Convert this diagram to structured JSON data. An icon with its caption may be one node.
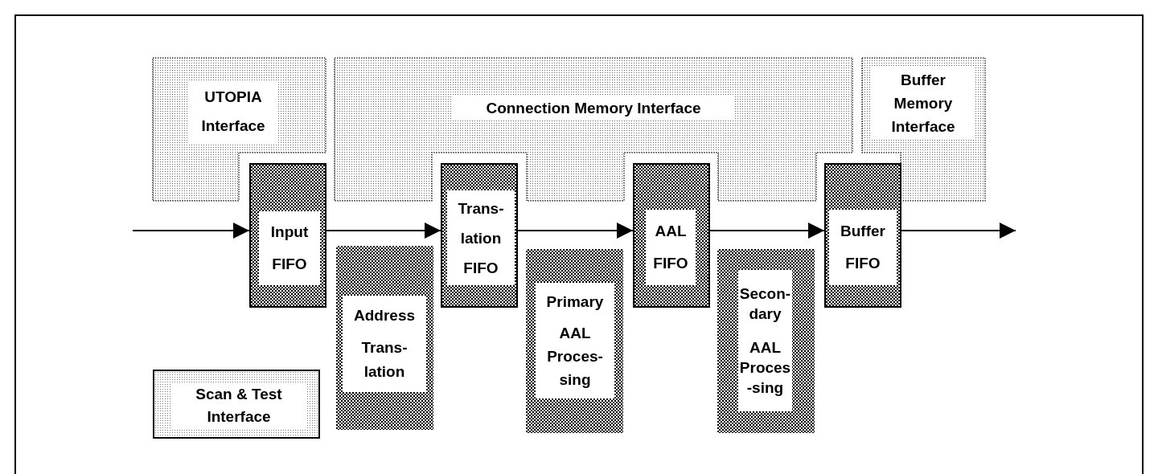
{
  "diagram": {
    "nodes": [
      {
        "text": [
          "UTOPIA Interface"
        ]
      },
      {
        "text": [
          "Connection Memory Interface"
        ]
      },
      {
        "text": [
          "Buffer Memory Interface"
        ]
      },
      {
        "text": [
          "Input FIFO"
        ]
      },
      {
        "text": [
          "Trans- lation FIFO"
        ]
      },
      {
        "text": [
          "AAL FIFO"
        ]
      },
      {
        "text": [
          "Buffer FIFO"
        ]
      },
      {
        "text": [
          "Address",
          "Trans- lation"
        ]
      },
      {
        "text": [
          "Primary",
          "AAL Proces- sing"
        ]
      },
      {
        "text": [
          "Secon- dary",
          "AAL Proces -sing"
        ]
      },
      {
        "text": [
          "Scan & Test Interface"
        ]
      }
    ],
    "edges": [
      {
        "from": null,
        "to": 3,
        "arrow": "to"
      },
      {
        "from": 3,
        "to": 4,
        "arrow": "to"
      },
      {
        "from": 4,
        "to": 5,
        "arrow": "to"
      },
      {
        "from": 5,
        "to": 6,
        "arrow": "to"
      },
      {
        "from": 6,
        "to": null,
        "arrow": "to"
      }
    ]
  }
}
